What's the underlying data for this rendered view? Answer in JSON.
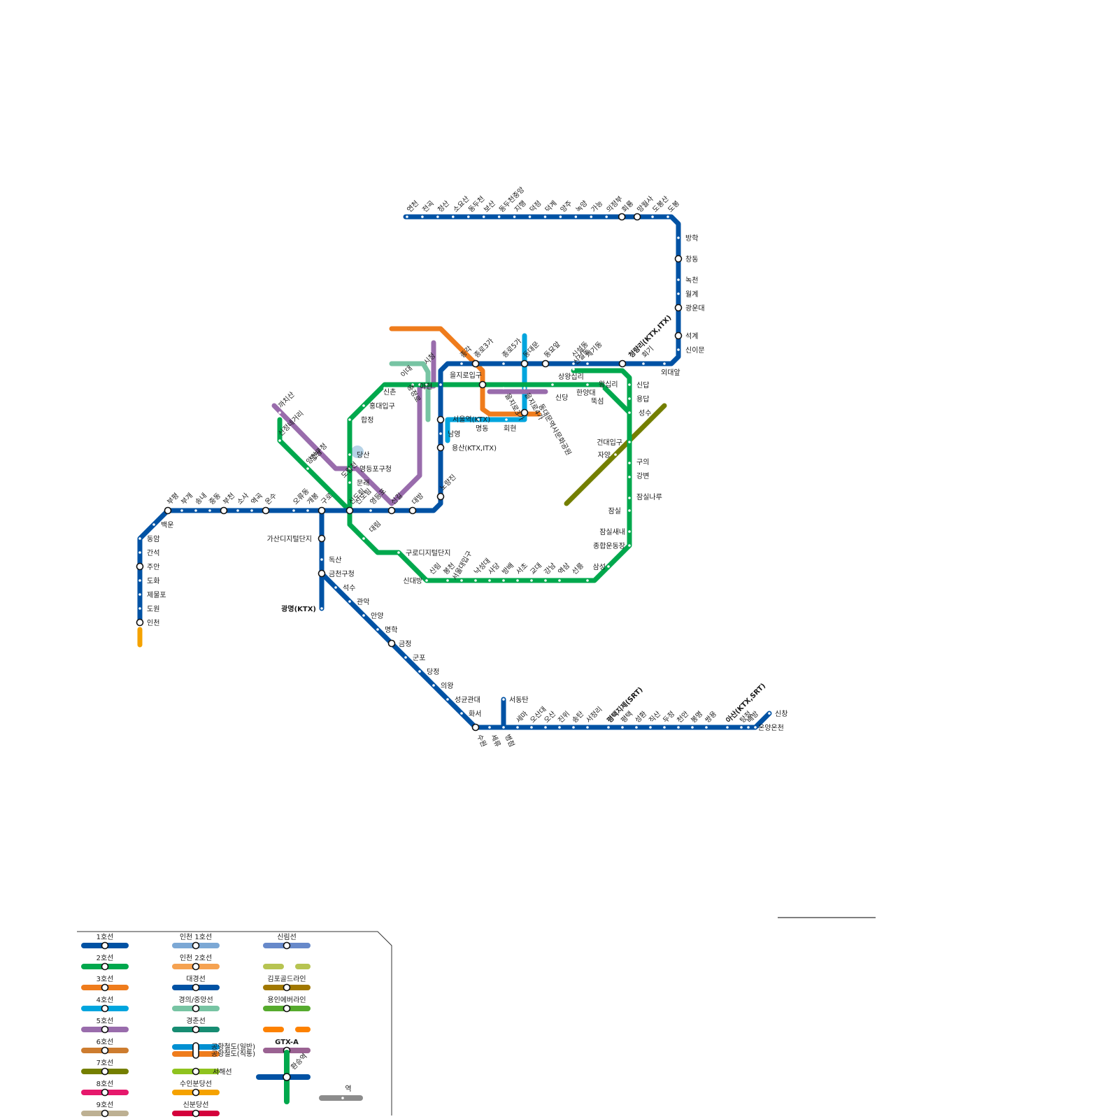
{
  "colors": {
    "line1": "#0052a4",
    "line2": "#00a84d",
    "line3": "#ef7c1c",
    "line4": "#00a5de",
    "line5": "#996cac",
    "line6": "#cd7c2f",
    "line7": "#747f00",
    "line8": "#e6186c",
    "line9": "#bdb092",
    "incheon1": "#7ca8d5",
    "incheon2": "#f5a251",
    "daegyeong": "#0052a4",
    "gyeongui": "#77c4a3",
    "gyeongchun": "#178c72",
    "airport_a": "#0090d2",
    "airport_b": "#ef7c1c",
    "seohae": "#8fc31f",
    "suinbundang": "#f5a200",
    "sinbundang": "#d4003b",
    "sillim": "#6789ca",
    "ui": "#b7c452",
    "gimpo": "#a17800",
    "everline": "#56ab2d",
    "uijeongbu": "#fd8100",
    "gtxa": "#9a6292",
    "generic": "#8c8c8c",
    "han_river": "#b7d3e7"
  },
  "legend": {
    "items": [
      {
        "label": "1호선",
        "color": "line1"
      },
      {
        "label": "2호선",
        "color": "line2"
      },
      {
        "label": "3호선",
        "color": "line3"
      },
      {
        "label": "4호선",
        "color": "line4"
      },
      {
        "label": "5호선",
        "color": "line5"
      },
      {
        "label": "6호선",
        "color": "line6"
      },
      {
        "label": "7호선",
        "color": "line7"
      },
      {
        "label": "8호선",
        "color": "line8"
      },
      {
        "label": "9호선",
        "color": "line9"
      },
      {
        "label": "인천 1호선",
        "color": "incheon1"
      },
      {
        "label": "인천 2호선",
        "color": "incheon2"
      },
      {
        "label": "대경선",
        "color": "daegyeong"
      },
      {
        "label": "경의/중앙선",
        "color": "gyeongui"
      },
      {
        "label": "경춘선",
        "color": "gyeongchun"
      },
      {
        "label": "",
        "color": "airport_a"
      },
      {
        "label": "서해선",
        "color": "seohae"
      },
      {
        "label": "수인분당선",
        "color": "suinbundang"
      },
      {
        "label": "신분당선",
        "color": "sinbundang"
      },
      {
        "label": "신림선",
        "color": "sillim"
      },
      {
        "label": "",
        "color": "ui"
      },
      {
        "label": "김포골드라인",
        "color": "gimpo"
      },
      {
        "label": "용인에버라인",
        "color": "everline"
      },
      {
        "label": "",
        "color": "uijeongbu"
      },
      {
        "label": "GTX-A",
        "color": "gtxa"
      }
    ],
    "airport_general": "공항철도(일반)",
    "airport_express": "공항철도(직통)",
    "transfer_label": "환승역",
    "station_label": "역"
  },
  "stations": {
    "line1_north": [
      "연천",
      "전곡",
      "청산",
      "소요산",
      "동두천",
      "보산",
      "동두천중앙",
      "지행",
      "덕정",
      "덕계",
      "양주",
      "녹양",
      "가능",
      "의정부",
      "회룡",
      "망월사",
      "도봉산",
      "도봉"
    ],
    "line1_gyeongwon": [
      "방학",
      "창동",
      "녹천",
      "월계",
      "광운대",
      "석계",
      "신이문",
      "외대앞",
      "회기"
    ],
    "cheongnyangni": "청량리(KTX,ITX)",
    "line1_main": [
      "제기동",
      "신설동",
      "동묘앞",
      "동대문",
      "종로5가",
      "종로3가",
      "종각"
    ],
    "seoul_station": "서울역(KTX)",
    "namyeong": "남영",
    "yongsan": "용산(KTX,ITX)",
    "line1_west": [
      "노량진",
      "대방",
      "신길",
      "영등포",
      "신도림",
      "구로",
      "개봉",
      "오류동",
      "온수",
      "역곡",
      "소사",
      "부천",
      "중동",
      "송내",
      "부개",
      "부평",
      "백운",
      "동암",
      "간석",
      "주안",
      "도화",
      "제물포",
      "도원",
      "인천"
    ],
    "line1_south": [
      "가산디지털단지",
      "독산",
      "금천구청",
      "광명(KTX)",
      "석수",
      "관악",
      "안양",
      "명학",
      "금정",
      "군포",
      "당정",
      "의왕",
      "성균관대",
      "화서",
      "수원",
      "세류",
      "병점",
      "서동탄",
      "세마",
      "오산대",
      "오산",
      "진위",
      "송탄",
      "서정리",
      "평택지제(SRT)",
      "평택",
      "성환",
      "직산",
      "두정",
      "천안",
      "봉명",
      "쌍용",
      "아산(KTX,SRT)",
      "탕정",
      "배방",
      "온양온천",
      "신창"
    ],
    "line2_circle": [
      "시청",
      "을지로입구",
      "을지로3가",
      "을지로4가",
      "동대문역사문화공원",
      "신당",
      "상왕십리",
      "왕십리",
      "한양대",
      "뚝섬",
      "성수",
      "건대입구",
      "구의",
      "강변",
      "잠실나루",
      "잠실",
      "잠실새내",
      "종합운동장",
      "삼성",
      "선릉",
      "역삼",
      "강남",
      "교대",
      "서초",
      "방배",
      "사당",
      "낙성대",
      "서울대입구",
      "봉천",
      "신림",
      "신대방",
      "구로디지털단지",
      "대림",
      "신도림",
      "문래",
      "영등포구청",
      "당산",
      "합정",
      "홍대입구",
      "신촌",
      "이대",
      "아현",
      "충정로"
    ],
    "line2_branch": [
      "용답",
      "신답",
      "신설동",
      "도림천",
      "양천구청",
      "신정네거리",
      "까치산"
    ],
    "line3": [
      "종로3가",
      "을지로3가",
      "충무로"
    ],
    "line4": [
      "동대문",
      "동대문역사문화공원",
      "충무로",
      "명동",
      "회현",
      "서울역"
    ],
    "line5": [
      "영등포구청",
      "양평",
      "신길",
      "여의도",
      "여의나루",
      "충정로",
      "서대문",
      "광화문",
      "종로3가",
      "을지로4가",
      "동대문역사문화공원",
      "청구"
    ],
    "line7": [
      "건대입구",
      "자양"
    ]
  }
}
